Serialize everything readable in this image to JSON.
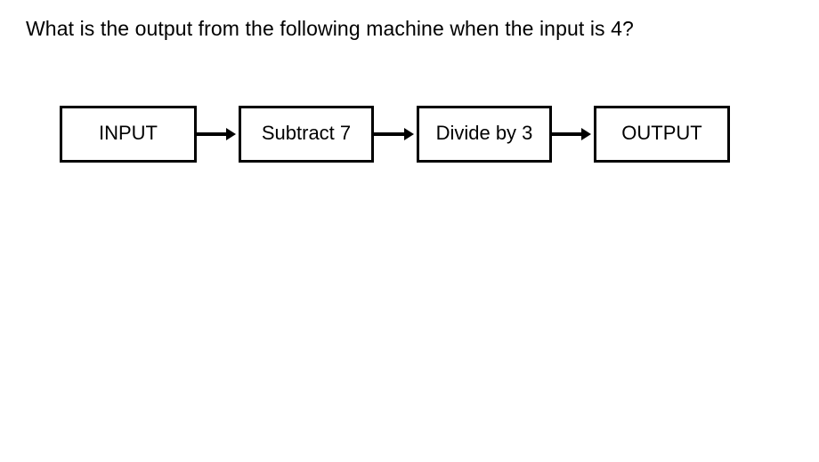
{
  "page": {
    "background_color": "#ffffff",
    "text_color": "#000000"
  },
  "question": {
    "text": "What is the output from the following machine when the input is 4?"
  },
  "diagram": {
    "type": "function-machine-flowchart",
    "border_color": "#000000",
    "fill_color": "#ffffff",
    "arrow_color": "#000000",
    "boxes": [
      {
        "id": "input",
        "label": "INPUT"
      },
      {
        "id": "stage-1",
        "label": "Subtract 7"
      },
      {
        "id": "stage-2",
        "label": "Divide by 3"
      },
      {
        "id": "output",
        "label": "OUTPUT"
      }
    ],
    "arrows": [
      {
        "id": "arrow-1",
        "from": "input",
        "to": "stage-1",
        "direction": "right"
      },
      {
        "id": "arrow-2",
        "from": "stage-1",
        "to": "stage-2",
        "direction": "right"
      },
      {
        "id": "arrow-3",
        "from": "stage-2",
        "to": "output",
        "direction": "right"
      }
    ]
  }
}
